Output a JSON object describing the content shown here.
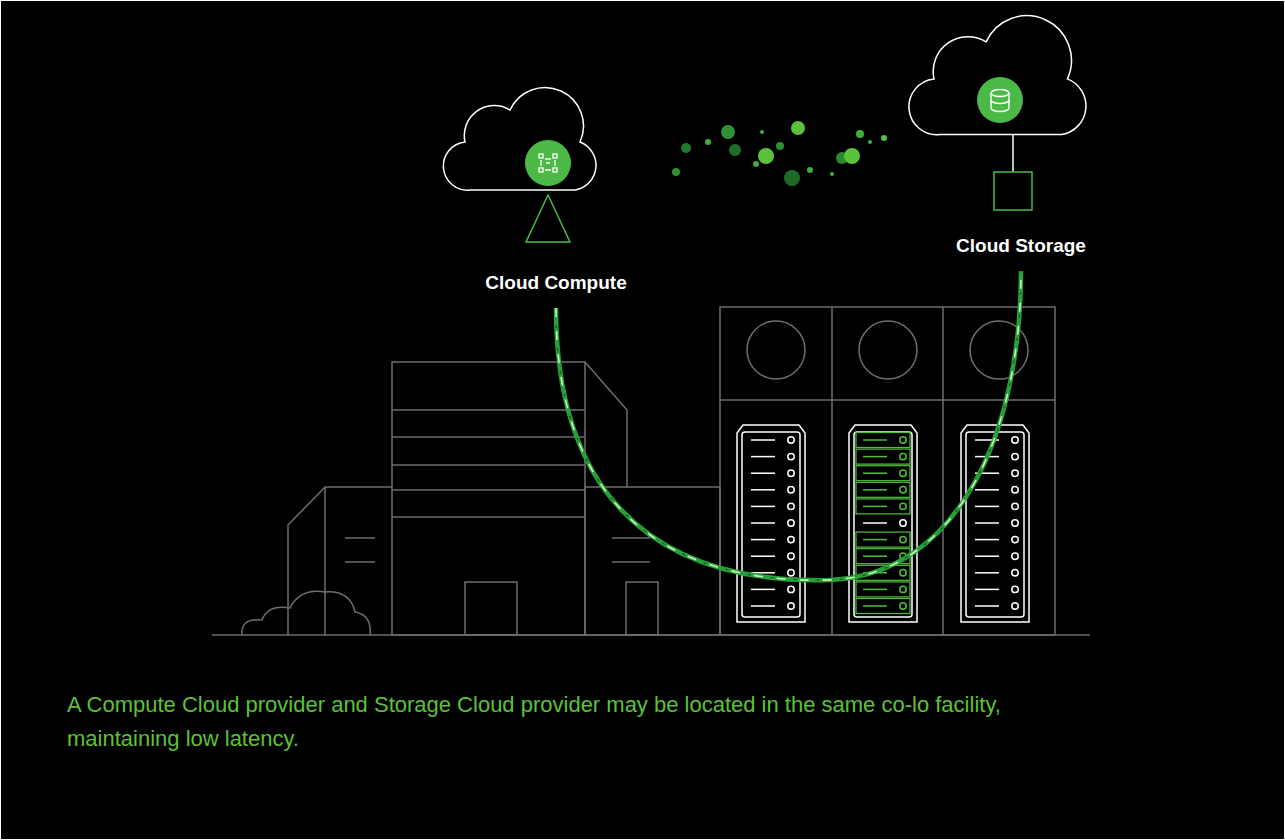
{
  "diagram": {
    "caption": "A Compute Cloud provider and Storage Cloud provider may be located in the same co-lo facility, maintaining low latency.",
    "nodes": [
      {
        "text": [
          "Cloud Compute"
        ]
      },
      {
        "text": [
          "Cloud Storage"
        ]
      }
    ],
    "edges": [
      {
        "from": 0,
        "to": 1,
        "arrow": "none"
      }
    ]
  }
}
